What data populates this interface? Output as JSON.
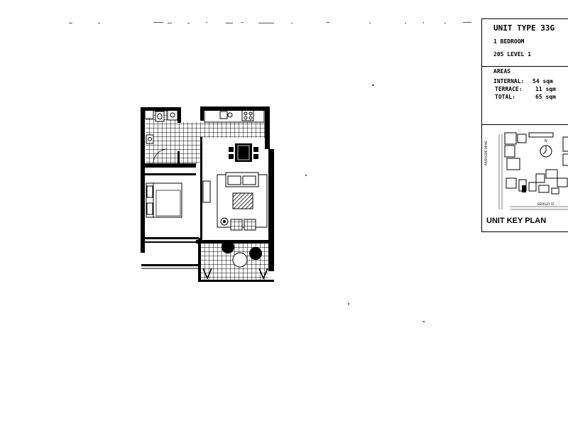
{
  "unit": {
    "type_label": "UNIT TYPE  33G",
    "bedrooms": "1  BEDROOM",
    "unit_level": "205  LEVEL 1"
  },
  "areas": {
    "heading": "AREAS",
    "rows": [
      {
        "label": "INTERNAL:",
        "value": "54 sqm"
      },
      {
        "label": "TERRACE:",
        "value": "11 sqm"
      },
      {
        "label": "TOTAL:",
        "value": "65 sqm"
      }
    ]
  },
  "key_plan": {
    "label": "UNIT KEY PLAN",
    "north": "N",
    "street_1": "RIVERSIDE DRIVE",
    "street_2": "BERKLEY ST"
  }
}
